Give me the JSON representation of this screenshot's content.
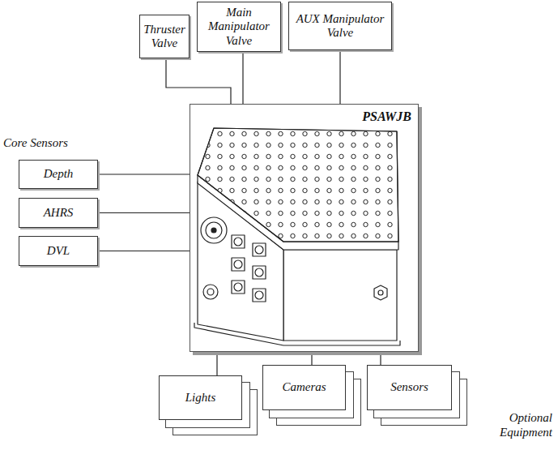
{
  "diagram": {
    "nodes": [
      {
        "text": [
          "Thruster Valve"
        ]
      },
      {
        "text": [
          "Main Manipulator Valve"
        ]
      },
      {
        "text": [
          "AUX Manipulator Valve"
        ]
      },
      {
        "text": [
          "Depth"
        ]
      },
      {
        "text": [
          "AHRS"
        ]
      },
      {
        "text": [
          "DVL"
        ]
      },
      {
        "text": [
          "PSAWJB"
        ]
      },
      {
        "text": [
          "Lights"
        ]
      },
      {
        "text": [
          "Cameras"
        ]
      },
      {
        "text": [
          "Sensors"
        ]
      }
    ],
    "edges": [
      {
        "from": 0,
        "to": 6,
        "arrow": "none"
      },
      {
        "from": 1,
        "to": 6,
        "arrow": "none"
      },
      {
        "from": 2,
        "to": 6,
        "arrow": "none"
      },
      {
        "from": 3,
        "to": 6,
        "arrow": "none"
      },
      {
        "from": 4,
        "to": 6,
        "arrow": "none"
      },
      {
        "from": 5,
        "to": 6,
        "arrow": "none"
      },
      {
        "from": 7,
        "to": 6,
        "arrow": "none"
      },
      {
        "from": 8,
        "to": 6,
        "arrow": "none"
      },
      {
        "from": 9,
        "to": 6,
        "arrow": "none"
      }
    ],
    "labels": [
      "Core Sensors",
      "Optional Equipment"
    ]
  }
}
